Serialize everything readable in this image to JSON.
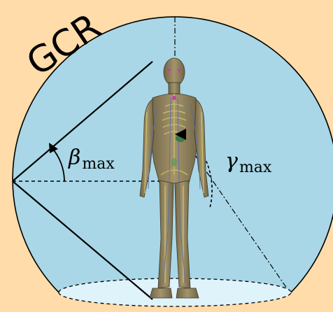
{
  "title": "GCR",
  "labels": {
    "beta": "β",
    "beta_sub": "max",
    "gamma": "γ",
    "gamma_sub": "max"
  },
  "colors": {
    "background": "#ffdcaa",
    "sphere_fill": "#a9d7e7",
    "floor_fill": "#dff3fb",
    "line": "#000000",
    "skin": "#8f8060",
    "skeleton": "#c8bf68",
    "vessels": "#5d6ea8",
    "organ_accent": "#c33fb0"
  },
  "figure": {
    "description_icon": "human-anatomy-figure"
  }
}
